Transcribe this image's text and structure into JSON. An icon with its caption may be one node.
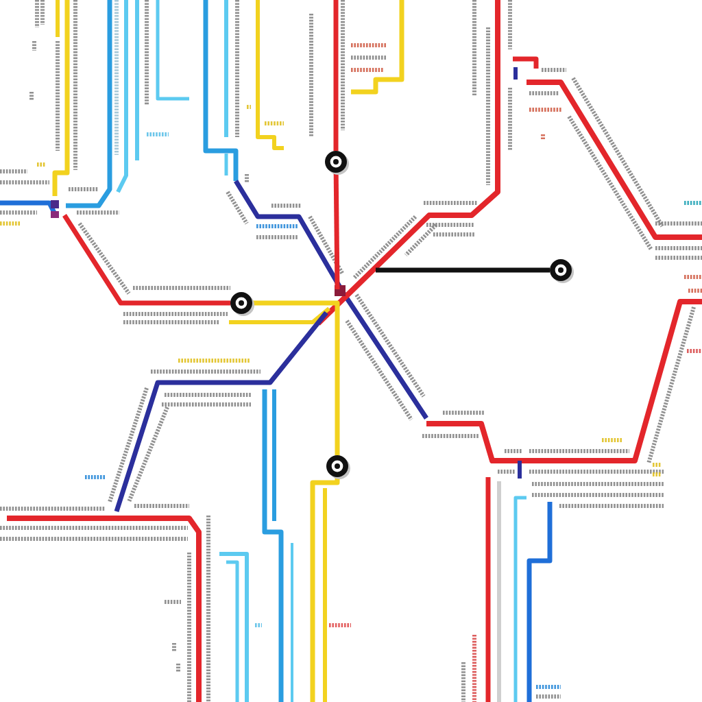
{
  "diagram": {
    "nodes": [
      {
        "text": [],
        "shape": "circle"
      },
      {
        "text": [],
        "shape": "circle"
      },
      {
        "text": [],
        "shape": "circle"
      },
      {
        "text": [],
        "shape": "circle"
      }
    ],
    "edges": [
      {
        "from": null,
        "to": 0,
        "arrow": "none"
      },
      {
        "from": 0,
        "to": null,
        "arrow": "none"
      },
      {
        "from": null,
        "to": 1,
        "arrow": "none"
      },
      {
        "from": 1,
        "to": 3,
        "arrow": "none",
        "color": "#f2d21f"
      },
      {
        "from": 2,
        "to": null,
        "arrow": "none",
        "color": "#111111"
      },
      {
        "from": 3,
        "to": null,
        "arrow": "none",
        "color": "#f2d21f"
      }
    ]
  }
}
